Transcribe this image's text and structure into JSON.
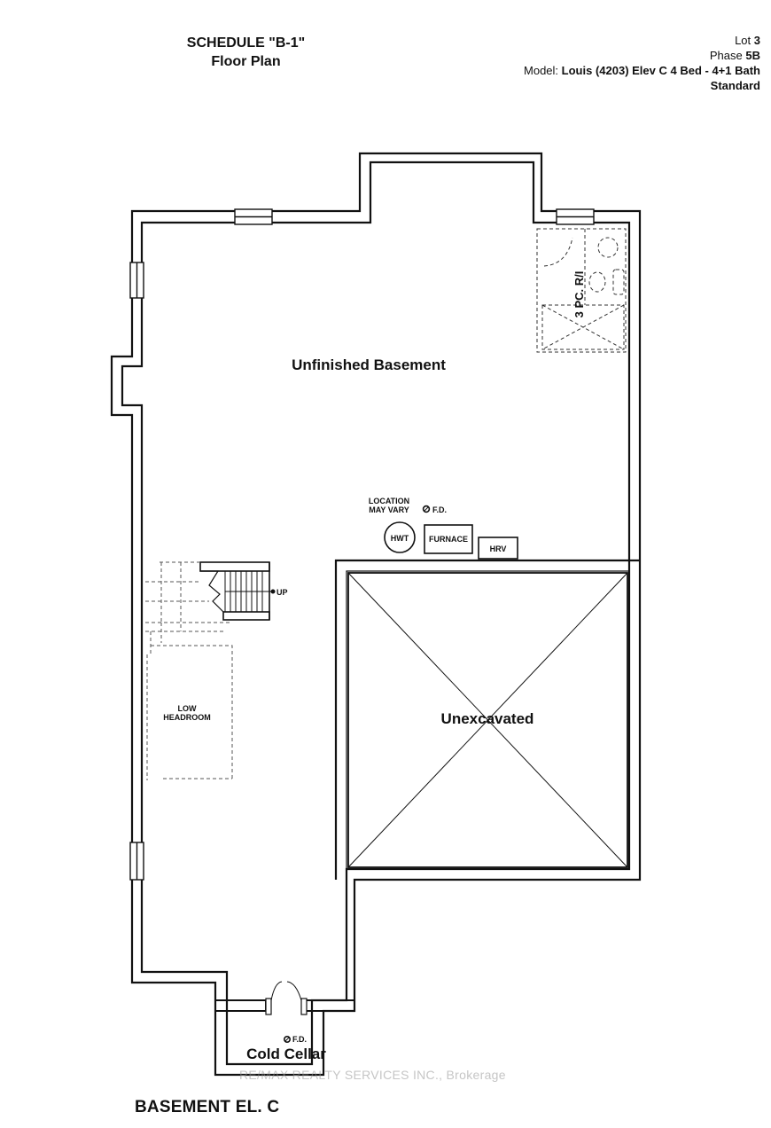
{
  "header": {
    "schedule": "SCHEDULE \"B-1\"",
    "subtitle": "Floor Plan",
    "lot_label": "Lot",
    "lot_value": "3",
    "phase_label": "Phase",
    "phase_value": "5B",
    "model_label": "Model:",
    "model_value": "Louis (4203) Elev C 4 Bed - 4+1 Bath",
    "package": "Standard"
  },
  "rooms": {
    "unfinished_basement": "Unfinished Basement",
    "unexcavated": "Unexcavated",
    "cold_cellar": "Cold Cellar",
    "bath_roughin": "3 PC. R/I",
    "low_headroom_1": "LOW",
    "low_headroom_2": "HEADROOM"
  },
  "fixtures": {
    "hwt": "HWT",
    "furnace": "FURNACE",
    "hrv": "HRV",
    "location_1": "LOCATION",
    "location_2": "MAY VARY",
    "floor_drain": "F.D.",
    "cellar_drain": "F.D.",
    "stair_up": "UP"
  },
  "footer": {
    "title": "BASEMENT EL. C",
    "watermark": "RE/MAX REALTY SERVICES INC., Brokerage"
  },
  "colors": {
    "wall": "#111111",
    "background": "#ffffff"
  }
}
